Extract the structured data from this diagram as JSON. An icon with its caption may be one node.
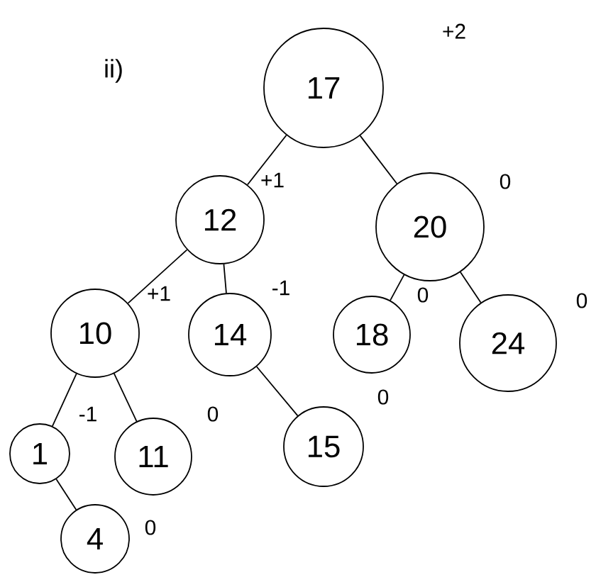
{
  "diagram": {
    "nodes": [
      {
        "text": [
          "17"
        ],
        "beside": [
          "+2"
        ]
      },
      {
        "text": [
          "12"
        ],
        "beside": [
          "+1"
        ]
      },
      {
        "text": [
          "20"
        ],
        "beside": [
          "0"
        ]
      },
      {
        "text": [
          "10"
        ],
        "beside": [
          "+1"
        ]
      },
      {
        "text": [
          "14"
        ],
        "beside": [
          "-1"
        ]
      },
      {
        "text": [
          "18"
        ],
        "beside": [
          "0"
        ]
      },
      {
        "text": [
          "24"
        ],
        "beside": [
          "0"
        ]
      },
      {
        "text": [
          "1"
        ],
        "beside": [
          "-1"
        ]
      },
      {
        "text": [
          "11"
        ],
        "beside": [
          "0"
        ]
      },
      {
        "text": [
          "15"
        ],
        "beside": [
          "0"
        ]
      },
      {
        "text": [
          "4"
        ],
        "beside": [
          "0"
        ]
      }
    ],
    "edges": [
      {
        "from": 0,
        "to": 1,
        "arrow": "none"
      },
      {
        "from": 0,
        "to": 2,
        "arrow": "none"
      },
      {
        "from": 1,
        "to": 3,
        "arrow": "none"
      },
      {
        "from": 1,
        "to": 4,
        "arrow": "none"
      },
      {
        "from": 2,
        "to": 5,
        "arrow": "none"
      },
      {
        "from": 2,
        "to": 6,
        "arrow": "none"
      },
      {
        "from": 3,
        "to": 7,
        "arrow": "none"
      },
      {
        "from": 3,
        "to": 8,
        "arrow": "none"
      },
      {
        "from": 4,
        "to": 9,
        "arrow": "none"
      },
      {
        "from": 7,
        "to": 10,
        "arrow": "none"
      }
    ],
    "labels": [
      "ii)"
    ]
  }
}
